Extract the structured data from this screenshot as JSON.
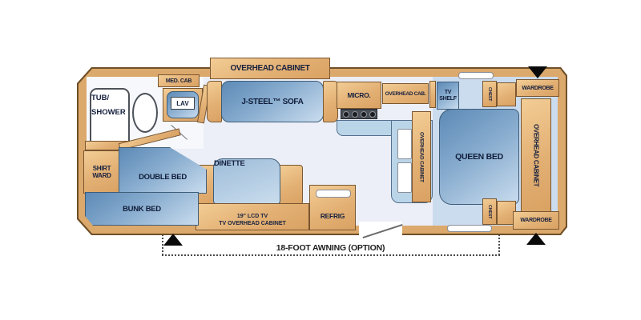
{
  "colors": {
    "wall_tan": "#dca96c",
    "wall_outline": "#6f4f26",
    "furniture_blue": "#6f9cc4",
    "counter_blue": "#bad4e8",
    "floor_main": "#eceff7",
    "floor_bedroom": "#cbdcee",
    "label_text": "#16213f",
    "marker_black": "#0a0a0a"
  },
  "bathroom": {
    "tub_line1": "TUB/",
    "tub_line2": "SHOWER",
    "med_cab": "MED. CAB",
    "lav": "LAV"
  },
  "living": {
    "overhead_cabinet": "OVERHEAD CABINET",
    "sofa": "J-STEEL™ SOFA",
    "dinette": "DINETTE",
    "tv_cab_line1": "19\" LCD TV",
    "tv_cab_line2": "TV OVERHEAD CABINET"
  },
  "kitchen": {
    "micro": "MICRO.",
    "overhead_cab": "OVERHEAD CAB.",
    "galley_overhead_cabinet": "OVERHEAD CABINET",
    "refrig": "REFRIG"
  },
  "front_bedroom": {
    "shirt_line1": "SHIRT",
    "shirt_line2": "WARD",
    "double_bed": "DOUBLE BED",
    "bunk_bed": "BUNK BED"
  },
  "rear_bedroom": {
    "tv_shelf_line1": "TV",
    "tv_shelf_line2": "SHELF",
    "queen_bed": "QUEEN BED",
    "chest_top": "CHEST",
    "chest_bottom": "CHEST",
    "wardrobe_top": "WARDROBE",
    "wardrobe_bottom": "WARDROBE",
    "overhead_cabinet": "OVERHEAD CABINET"
  },
  "awning": {
    "label": "18-FOOT AWNING (OPTION)"
  }
}
